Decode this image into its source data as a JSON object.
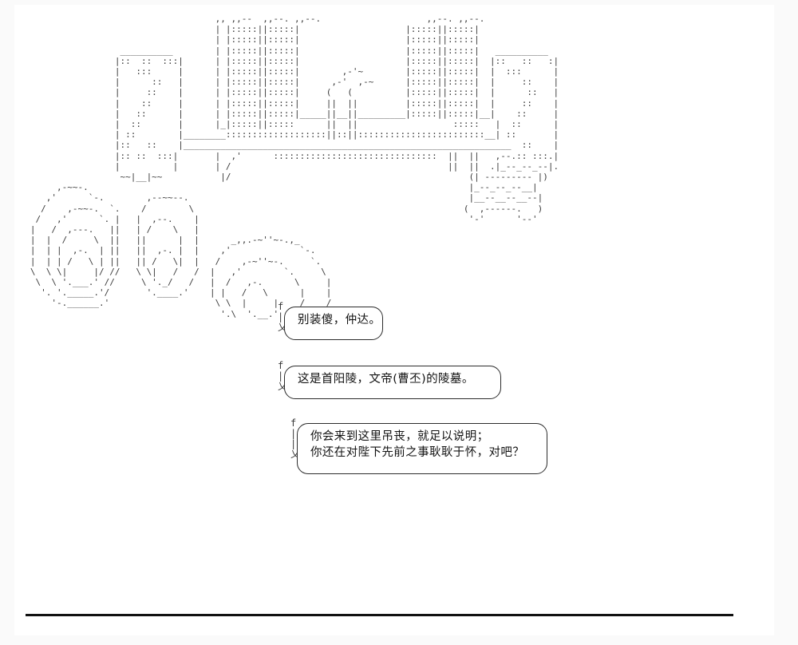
{
  "page": {
    "background_color": "#fafafa",
    "sheet_color": "#ffffff",
    "ink_color": "#3a3a3a",
    "text_color": "#111111"
  },
  "ascii_art": {
    "name": "shouyang-mausoleum-scene-aa",
    "description": "Japanese-style ASCII art scene: a tall gate/tower structure at upper right and a large long-haired character at left",
    "body": "                                      ,, ,,--  ,,--. ,,--.                    ,,--. ,,--.\n                                      | |:::::||:::::|                    |:::::||:::::|\n                                      | |:::::||:::::|                    |:::::||:::::|\n                    __________        | |:::::||:::::|                    |:::::||:::::|   __________\n                   |::  ::  :::|      | |:::::||:::::|                    |:::::||:::::|  |::   ::   :|\n                   |   :::     |      | |:::::||:::::|        ,-'~        |:::::||:::::|  |  :::      |\n                   |      ::   |      | |:::::||:::::|      ,-'  ,-~      |:::::||:::::|  |     ::    |\n                   |     ::    |      | |:::::||:::::|     (   (          |:::::||:::::|  |      ::   |\n                   |    ::     |      | |:::::||:::::|     ||  ||         |:::::||:::::|  |     ::    |\n                   |   ::      |      | |:::::||:::::|_____||__||_________|:::::||:::::|__|    ::     |\n                   |  ::       |      |_|:::::||:::::      ||  ||                  :::::   |  ::      |\n                   | ::        |________:::::::::::::::::::||::||::::::::::::::::::::::::__| ::       |\n                   |::   ::    |______________________________________________________________  ::    |\n                   |:: ::  :::|       |  ,'      :::::::::::::::::::::::::::::::  ||  ||   ,--.:: :::.|\n                   |          |       | /                                         ||  ||  .|_--_--_--|.\n                    ~~|__|~~           |/                                             (| --------- |)\n        ,-~~-.                                                                        |_--_--_--__|\n      ,'      `-.        ,--~~--.                                                     |__--__--__--|\n     /    ,-~~-.  `.    /        \\                                                   (  ,------.   )\n    /   ,'      `. |   |  ,--.    |                                                   '-'      '--'\n   |   /  ,---.   ||   | /    \\   |\n   |  |  /     \\  ||   ||      |  |      _,,.-~''~-.,_\n   |  | |  ,-.  | ||   ||  ,-. |  |    ,'             `-.\n   |  | | /   \\ | ||   || /   \\|  |   /    ,-~''~-.     `.\n   \\  \\ \\|     |/ //   \\ \\|   /   /  |   ,'        `.     \\\n    \\  \\ '.___.' //     \\ '._/   /   |  /   ,-.      \\     |\n     '. '._____.'/       '.____.'    | |   /   \\      |    |\n       '-.______.'                    \\ \\  |     |    /    /\n                                       '.\\  '.__.'  ,'    /\n"
  },
  "bubbles": [
    {
      "id": "bubble-1",
      "name": "speech-bubble-dont-play-dumb",
      "lines": [
        "别装傻，仲达。"
      ]
    },
    {
      "id": "bubble-2",
      "name": "speech-bubble-shouyang-tomb",
      "lines": [
        "这是首阳陵，文帝(曹丕)的陵墓。"
      ]
    },
    {
      "id": "bubble-3",
      "name": "speech-bubble-mourning-question",
      "lines": [
        "你会来到这里吊丧，就足以说明；",
        "你还在对陛下先前之事耿耿于怀，对吧？"
      ]
    }
  ],
  "tails": {
    "tail_1": "f\n|\n乂",
    "tail_2": "f\n|\n乂",
    "tail_3": "f\n|\n|\n乂"
  },
  "divider": {
    "name": "bottom-divider",
    "color": "#111111"
  }
}
